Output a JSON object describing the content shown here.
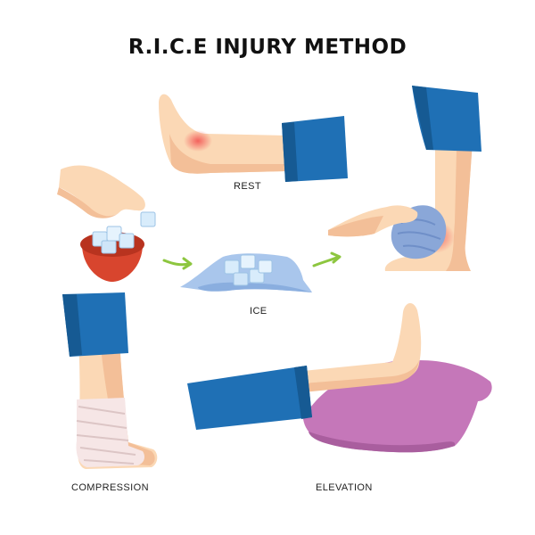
{
  "title": "R.I.C.E INJURY METHOD",
  "labels": {
    "rest": "REST",
    "ice": "ICE",
    "compression": "COMPRESSION",
    "elevation": "ELEVATION"
  },
  "colors": {
    "skin": "#fbd8b5",
    "skin_shadow": "#f3bf98",
    "jeans": "#1f70b5",
    "jeans_dark": "#165a93",
    "bowl": "#d8452e",
    "ice_cube": "#d8ecfb",
    "ice_cloth": "#a9c6ec",
    "ice_pack": "#8aa7d8",
    "pillow": "#c577b9",
    "bandage": "#f6e6e6",
    "arrow": "#8dc63f",
    "injury_glow": "#f24d4d"
  },
  "icons": [
    "rest-leg-illustration",
    "hand-picking-ice-illustration",
    "ice-bowl-illustration",
    "ice-on-cloth-illustration",
    "ice-pack-on-ankle-illustration",
    "bandaged-leg-illustration",
    "elevated-leg-on-pillow-illustration",
    "arrow-icon"
  ]
}
